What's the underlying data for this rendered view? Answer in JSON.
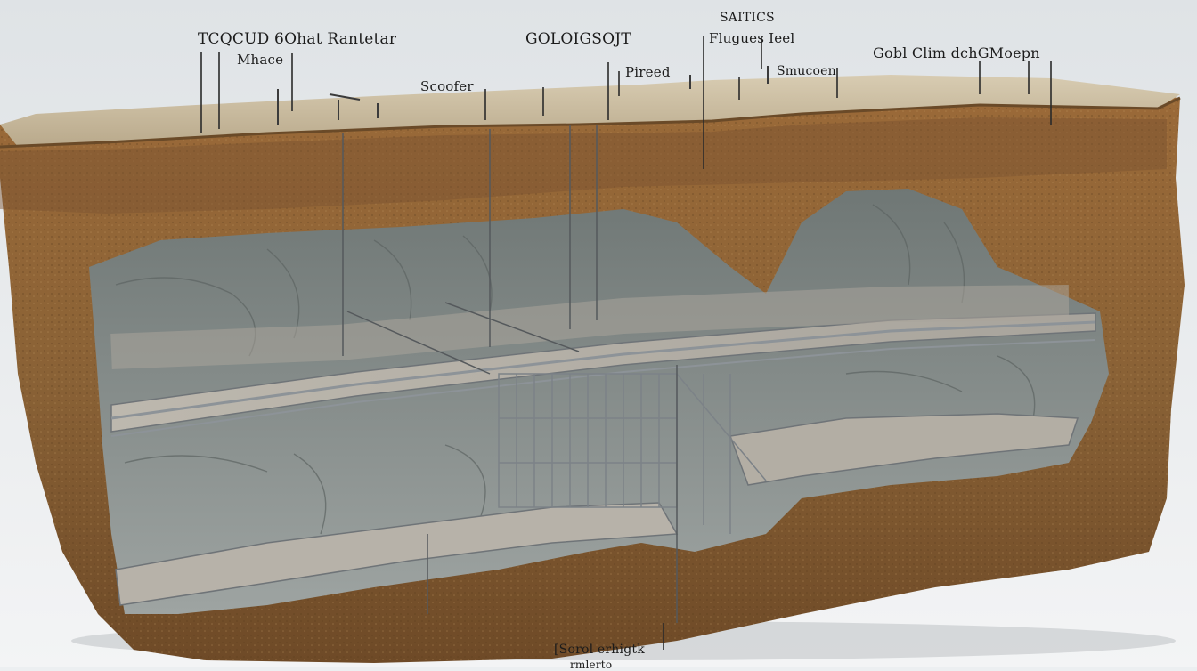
{
  "labels": {
    "top_left": "TCQCUD 6Ohat Rantetar",
    "mhace": "Mhace",
    "center_top": "GOLOIGSOJT",
    "saitics": "SAITICS",
    "flugues": "Flugues Ieel",
    "scoofer": "Scoofer",
    "pireed": "Pireed",
    "smucoen": "Smucoen",
    "right_top": "Gobl Clim dchGMoepn",
    "bottom_1": "[Sorol erhigtk",
    "bottom_2": "rmlerto"
  },
  "colors": {
    "soil": "#8a6236",
    "soil_dark": "#5e3f1f",
    "top_surface": "#cdbfa5",
    "cave_rock": "#7d8583",
    "floor": "#b9b4ab",
    "steel": "#9aa1a6",
    "background": "#eceff1"
  }
}
